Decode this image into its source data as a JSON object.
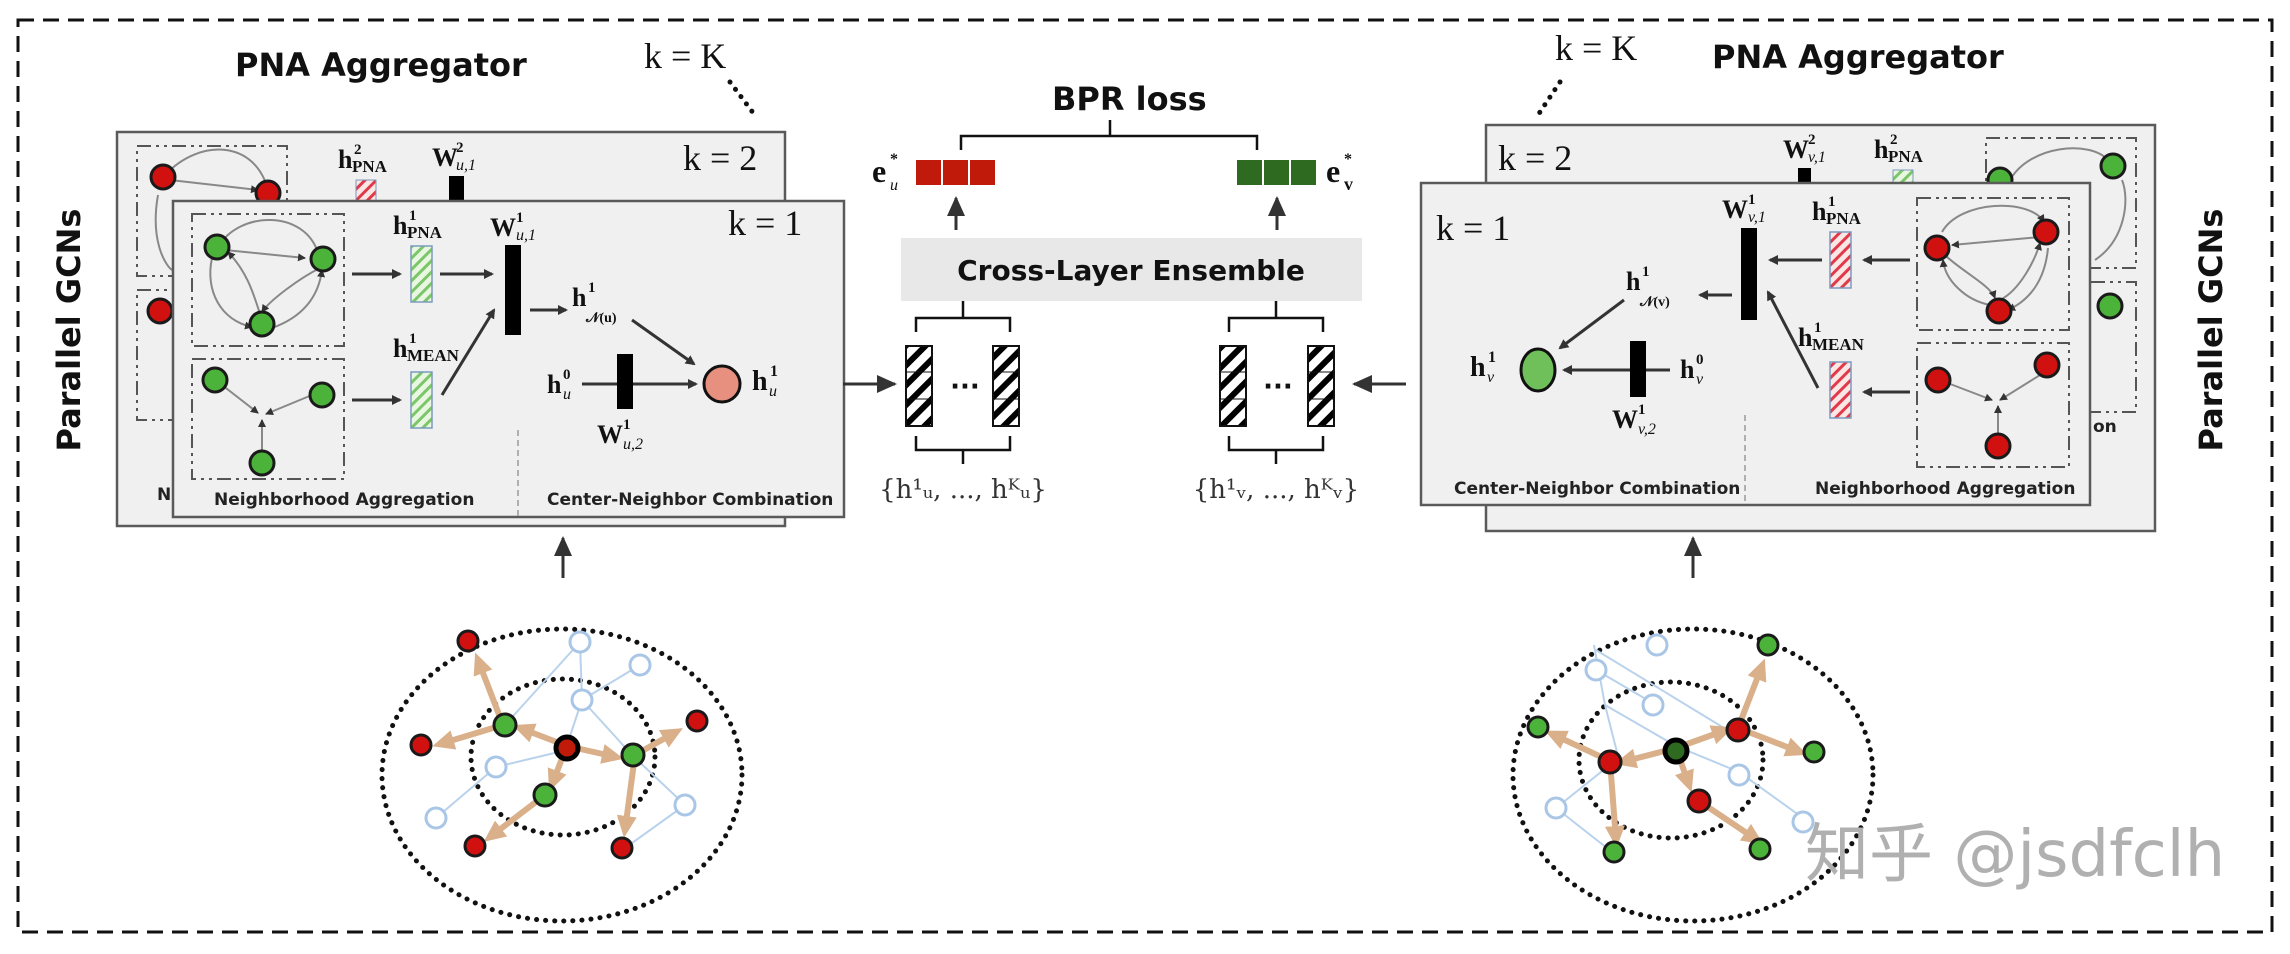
{
  "titles": {
    "left_aggregator": "PNA Aggregator",
    "right_aggregator": "PNA Aggregator",
    "left_side_label": "Parallel GCNs",
    "right_side_label": "Parallel GCNs",
    "k_upper": "k = K",
    "k_layer2": "k = 2",
    "k_layer1": "k = 1"
  },
  "left_gcn": {
    "h_pna_2": "h",
    "h_pna_2_sup": "2",
    "h_pna_2_sub": "PNA",
    "w_u1_2": "W",
    "w_u1_2_sup": "2",
    "w_u1_2_sub": "u,1",
    "h_pna": "h",
    "h_pna_sup": "1",
    "h_pna_sub": "PNA",
    "h_mean": "h",
    "h_mean_sup": "1",
    "h_mean_sub": "MEAN",
    "w_u1": "W",
    "w_u1_sup": "1",
    "w_u1_sub": "u,1",
    "w_u2": "W",
    "w_u2_sup": "1",
    "w_u2_sub": "u,2",
    "h_neigh": "h",
    "h_neigh_sup": "1",
    "h_neigh_sub": "𝒩(u)",
    "h_u0": "h",
    "h_u0_sup": "0",
    "h_u0_sub": "u",
    "h_u1": "h",
    "h_u1_sup": "1",
    "h_u1_sub": "u",
    "caption_aggregation": "Neighborhood Aggregation",
    "caption_combination": "Center-Neighbor Combination",
    "caption_back_fragment": "N"
  },
  "right_gcn": {
    "h_pna_2": "h",
    "h_pna_2_sup": "2",
    "h_pna_2_sub": "PNA",
    "w_v1_2": "W",
    "w_v1_2_sup": "2",
    "w_v1_2_sub": "v,1",
    "h_pna": "h",
    "h_pna_sup": "1",
    "h_pna_sub": "PNA",
    "h_mean": "h",
    "h_mean_sup": "1",
    "h_mean_sub": "MEAN",
    "w_v1": "W",
    "w_v1_sup": "1",
    "w_v1_sub": "v,1",
    "w_v2": "W",
    "w_v2_sup": "1",
    "w_v2_sub": "v,2",
    "h_neigh": "h",
    "h_neigh_sup": "1",
    "h_neigh_sub": "𝒩(v)",
    "h_v0": "h",
    "h_v0_sup": "0",
    "h_v0_sub": "v",
    "h_v1": "h",
    "h_v1_sup": "1",
    "h_v1_sub": "v",
    "caption_aggregation": "Neighborhood Aggregation",
    "caption_combination": "Center-Neighbor Combination",
    "caption_back_fragment": "on"
  },
  "center": {
    "loss_label": "BPR loss",
    "ensemble_label": "Cross-Layer Ensemble",
    "e_u": "e",
    "e_u_sup": "*",
    "e_u_sub": "u",
    "e_v": "e",
    "e_v_sup": "*",
    "e_v_sub": "v",
    "ellipsis": "···",
    "set_u": "{h¹ᵤ, ..., hᴷᵤ}",
    "set_v": "{h¹ᵥ, ..., hᴷᵥ}"
  },
  "colors": {
    "user_embedding": "#c01a0a",
    "item_embedding": "#2e6b20",
    "red_node": "#d11010",
    "green_node": "#4cb33a",
    "propagation_arrow": "#d9b08a",
    "ghost_node": "#a9c6e6",
    "panel_bg": "#f0f0f0"
  },
  "watermark": "知乎 @jsdfclh"
}
